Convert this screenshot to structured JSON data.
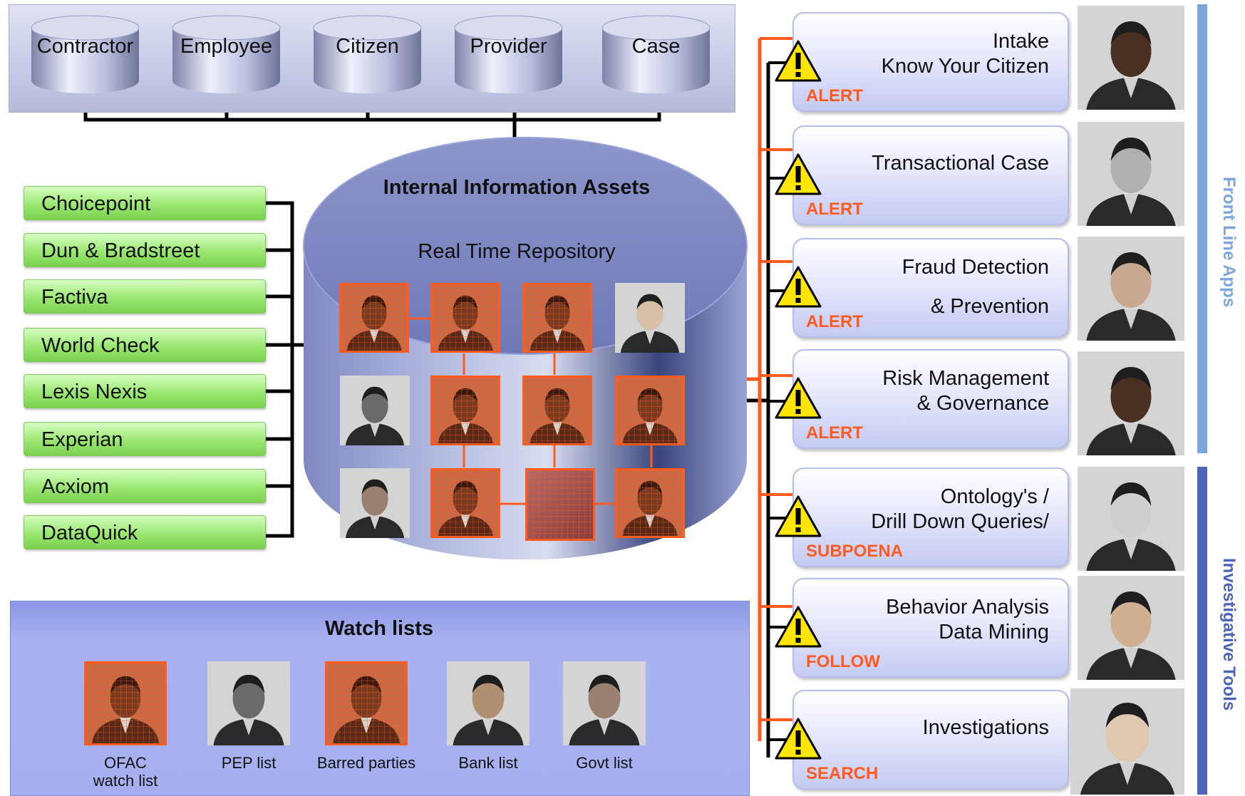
{
  "databases": [
    "Contractor",
    "Employee",
    "Citizen",
    "Provider",
    "Case"
  ],
  "feeds": [
    "Choicepoint",
    "Dun & Bradstreet",
    "Factiva",
    "World Check",
    "Lexis Nexis",
    "Experian",
    "Acxiom",
    "DataQuick"
  ],
  "repository": {
    "title": "Internal Information Assets",
    "subtitle": "Real Time Repository"
  },
  "watch": {
    "title": "Watch lists",
    "lists": [
      {
        "label": "OFAC\nwatch list"
      },
      {
        "label": "PEP list"
      },
      {
        "label": "Barred  parties"
      },
      {
        "label": "Bank list"
      },
      {
        "label": "Govt list"
      }
    ]
  },
  "apps": [
    {
      "line1": "Intake",
      "line2": "Know Your Citizen",
      "tag": "ALERT"
    },
    {
      "line1": "Transactional Case",
      "line2": "",
      "tag": "ALERT"
    },
    {
      "line1": "Fraud  Detection",
      "line2": "& Prevention",
      "tag": "ALERT"
    },
    {
      "line1": "Risk Management",
      "line2": "& Governance",
      "tag": "ALERT"
    },
    {
      "line1": "Ontology's  /",
      "line2": "Drill Down Queries/",
      "tag": "SUBPOENA"
    },
    {
      "line1": "Behavior Analysis",
      "line2": "Data Mining",
      "tag": "FOLLOW"
    },
    {
      "line1": "Investigations",
      "line2": "",
      "tag": "SEARCH"
    }
  ],
  "side_labels": {
    "front": "Front Line Apps",
    "investigative": "Investigative Tools"
  },
  "colors": {
    "accent_orange": "#ff5a1f",
    "feed_green": "#8fe066",
    "front_bar": "#7ea6de",
    "investigative_bar": "#4b63b8"
  }
}
